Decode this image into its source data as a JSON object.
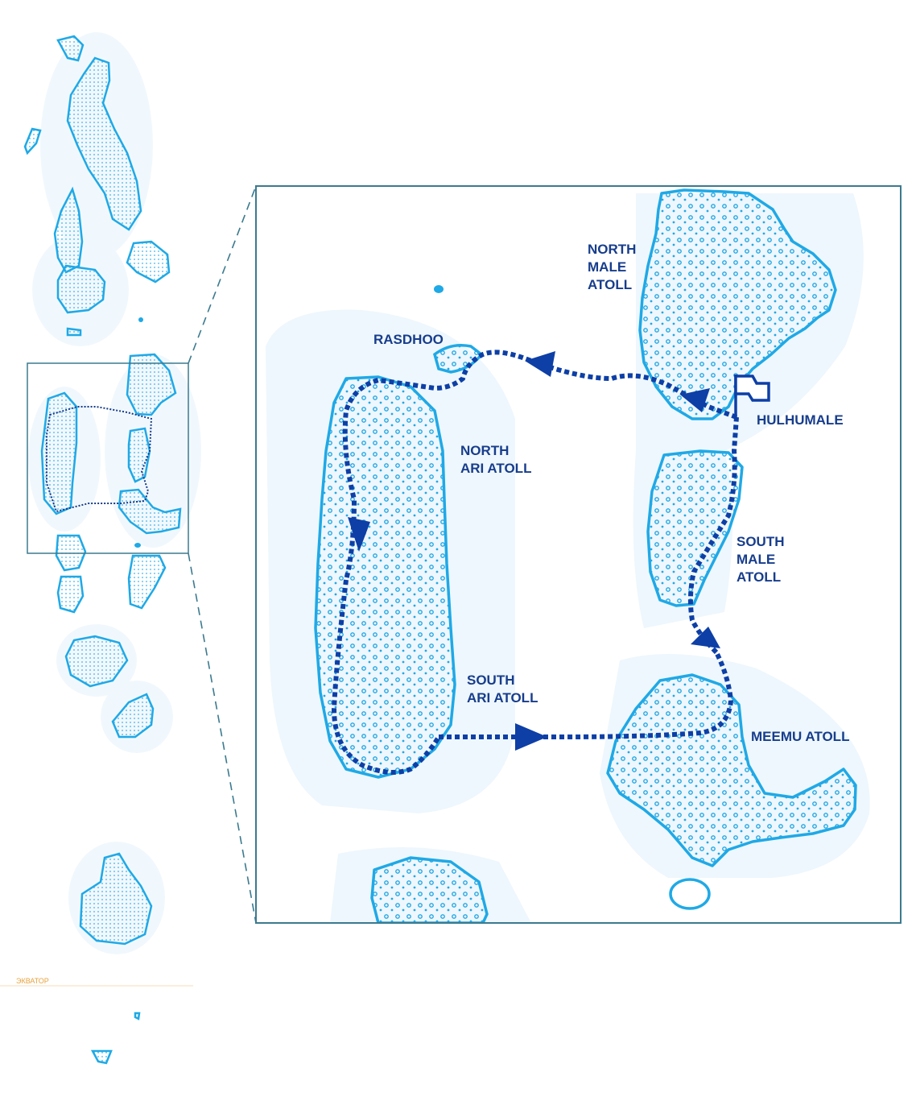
{
  "labels": {
    "north_male": [
      "NORTH",
      "MALE",
      "ATOLL"
    ],
    "rasdhoo": "RASDHOO",
    "hulhumale": "HULHUMALE",
    "north_ari": [
      "NORTH",
      "ARI ATOLL"
    ],
    "south_male": [
      "SOUTH",
      "MALE",
      "ATOLL"
    ],
    "south_ari": [
      "SOUTH",
      "ARI ATOLL"
    ],
    "meemu": "MEEMU ATOLL",
    "equator": "ЭКВАТОР"
  },
  "icons": {
    "start": "flag-icon",
    "direction": "arrowhead-icon"
  },
  "colors": {
    "route": "#0d3fa6",
    "label": "#173d8c",
    "reef": "#1fa9e6",
    "reef_light": "#bfe5f8",
    "shelf": "#eef7fd",
    "frame": "#3b7a8f",
    "equator": "#e8a33d"
  }
}
